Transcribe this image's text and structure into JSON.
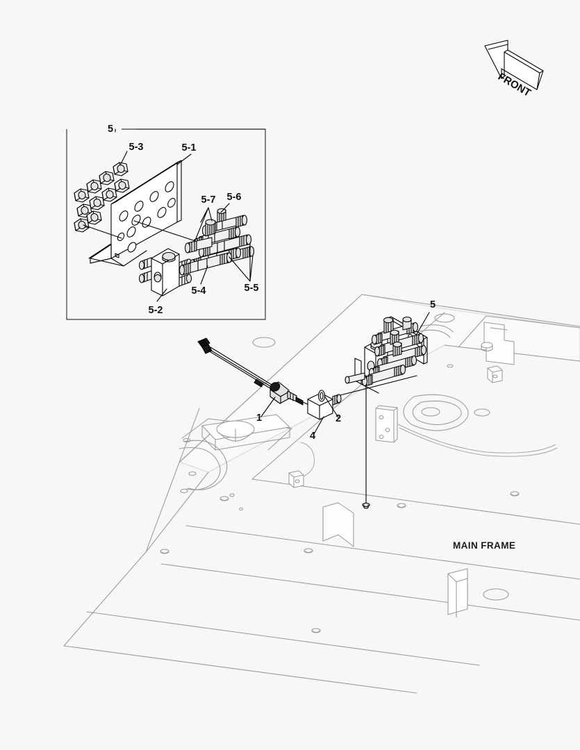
{
  "sheet": {
    "background_color": "#f7f7f7",
    "line_color": "#000000",
    "frame_line_color": "#9a9a9a",
    "type": "exploded parts diagram"
  },
  "orientation_marker": {
    "label": "FRONT",
    "icon": "front-arrow-icon",
    "direction": "up-left"
  },
  "detail_inset": {
    "callout_number": "5",
    "border_color": "#3a3a3a",
    "items": [
      {
        "ref": "5-1",
        "name": "mounting-bracket"
      },
      {
        "ref": "5-2",
        "name": "manifold-block"
      },
      {
        "ref": "5-3",
        "name": "hex-nuts"
      },
      {
        "ref": "5-4",
        "name": "fitting-long"
      },
      {
        "ref": "5-5",
        "name": "fitting-elbow"
      },
      {
        "ref": "5-6",
        "name": "fitting-tee"
      },
      {
        "ref": "5-7",
        "name": "fitting-coupler"
      }
    ]
  },
  "assembly_callouts": [
    {
      "ref": "1",
      "name": "sensor-cable-assembly"
    },
    {
      "ref": "2",
      "name": "seal-ring"
    },
    {
      "ref": "4",
      "name": "connector-block"
    },
    {
      "ref": "5",
      "name": "valve-manifold-assembly"
    }
  ],
  "frame": {
    "label": "MAIN FRAME"
  }
}
